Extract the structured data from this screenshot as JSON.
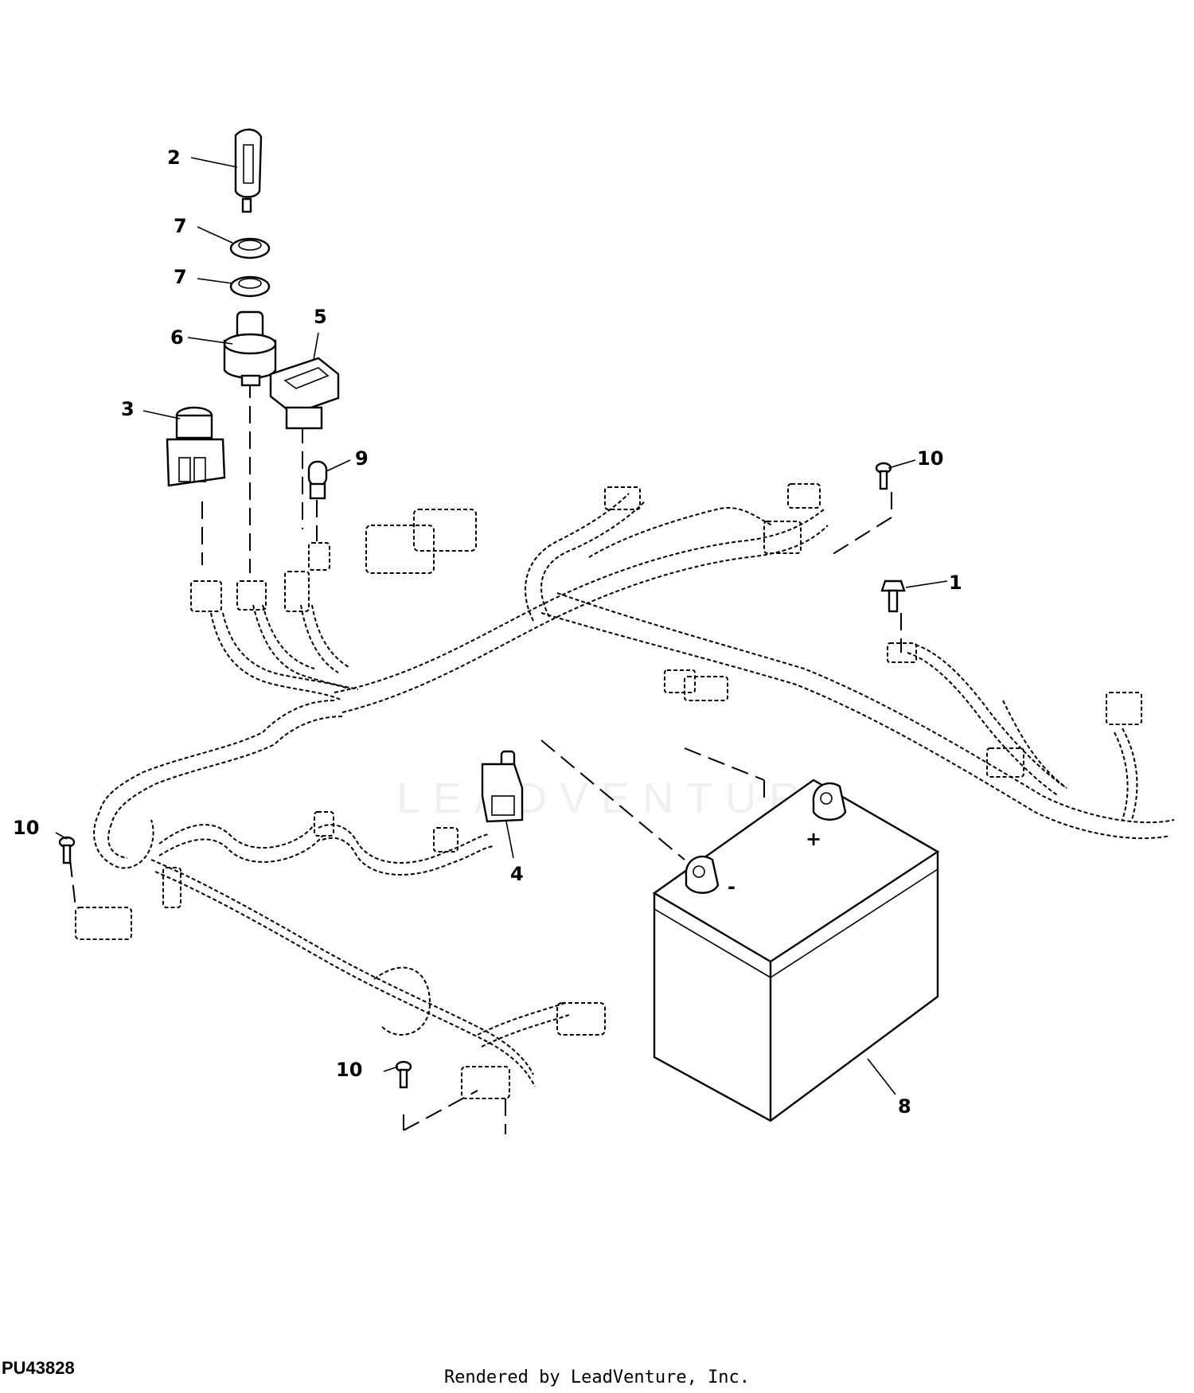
{
  "figure_code": "PU43828",
  "render_credit": "Rendered by LeadVenture, Inc.",
  "watermark": "LEADVENTURE",
  "battery_marks": {
    "positive": "+",
    "negative": "-"
  },
  "callouts": [
    {
      "id": "c1",
      "label": "1"
    },
    {
      "id": "c2",
      "label": "2"
    },
    {
      "id": "c3",
      "label": "3"
    },
    {
      "id": "c4",
      "label": "4"
    },
    {
      "id": "c5",
      "label": "5"
    },
    {
      "id": "c6",
      "label": "6"
    },
    {
      "id": "c7a",
      "label": "7"
    },
    {
      "id": "c7b",
      "label": "7"
    },
    {
      "id": "c8",
      "label": "8"
    },
    {
      "id": "c9",
      "label": "9"
    },
    {
      "id": "c10a",
      "label": "10"
    },
    {
      "id": "c10b",
      "label": "10"
    },
    {
      "id": "c10c",
      "label": "10"
    }
  ],
  "colors": {
    "ink": "#000000",
    "paper": "#ffffff"
  }
}
